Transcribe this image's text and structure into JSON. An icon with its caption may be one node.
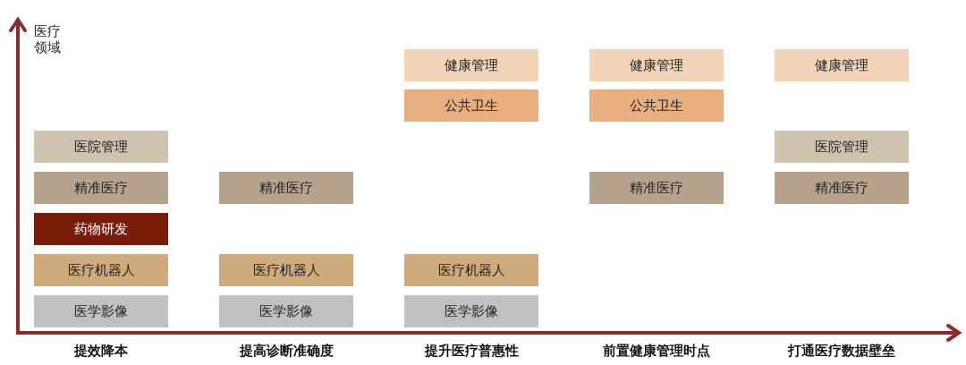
{
  "diagram": {
    "nodes": [
      {
        "text": [
          "医院管理"
        ]
      },
      {
        "text": [
          "精准医疗"
        ]
      },
      {
        "text": [
          "药物研发"
        ]
      },
      {
        "text": [
          "医疗机器人"
        ]
      },
      {
        "text": [
          "医学影像"
        ]
      },
      {
        "text": [
          "精准医疗"
        ]
      },
      {
        "text": [
          "医疗机器人"
        ]
      },
      {
        "text": [
          "医学影像"
        ]
      },
      {
        "text": [
          "健康管理"
        ]
      },
      {
        "text": [
          "公共卫生"
        ]
      },
      {
        "text": [
          "医疗机器人"
        ]
      },
      {
        "text": [
          "医学影像"
        ]
      },
      {
        "text": [
          "健康管理"
        ]
      },
      {
        "text": [
          "公共卫生"
        ]
      },
      {
        "text": [
          "精准医疗"
        ]
      },
      {
        "text": [
          "健康管理"
        ]
      },
      {
        "text": [
          "医院管理"
        ]
      },
      {
        "text": [
          "精准医疗"
        ]
      }
    ],
    "labels": [
      "医疗领域",
      "提效降本",
      "提高诊断准确度",
      "提升医疗普惠性",
      "前置健康管理时点",
      "打通医疗数据壁垒"
    ]
  }
}
